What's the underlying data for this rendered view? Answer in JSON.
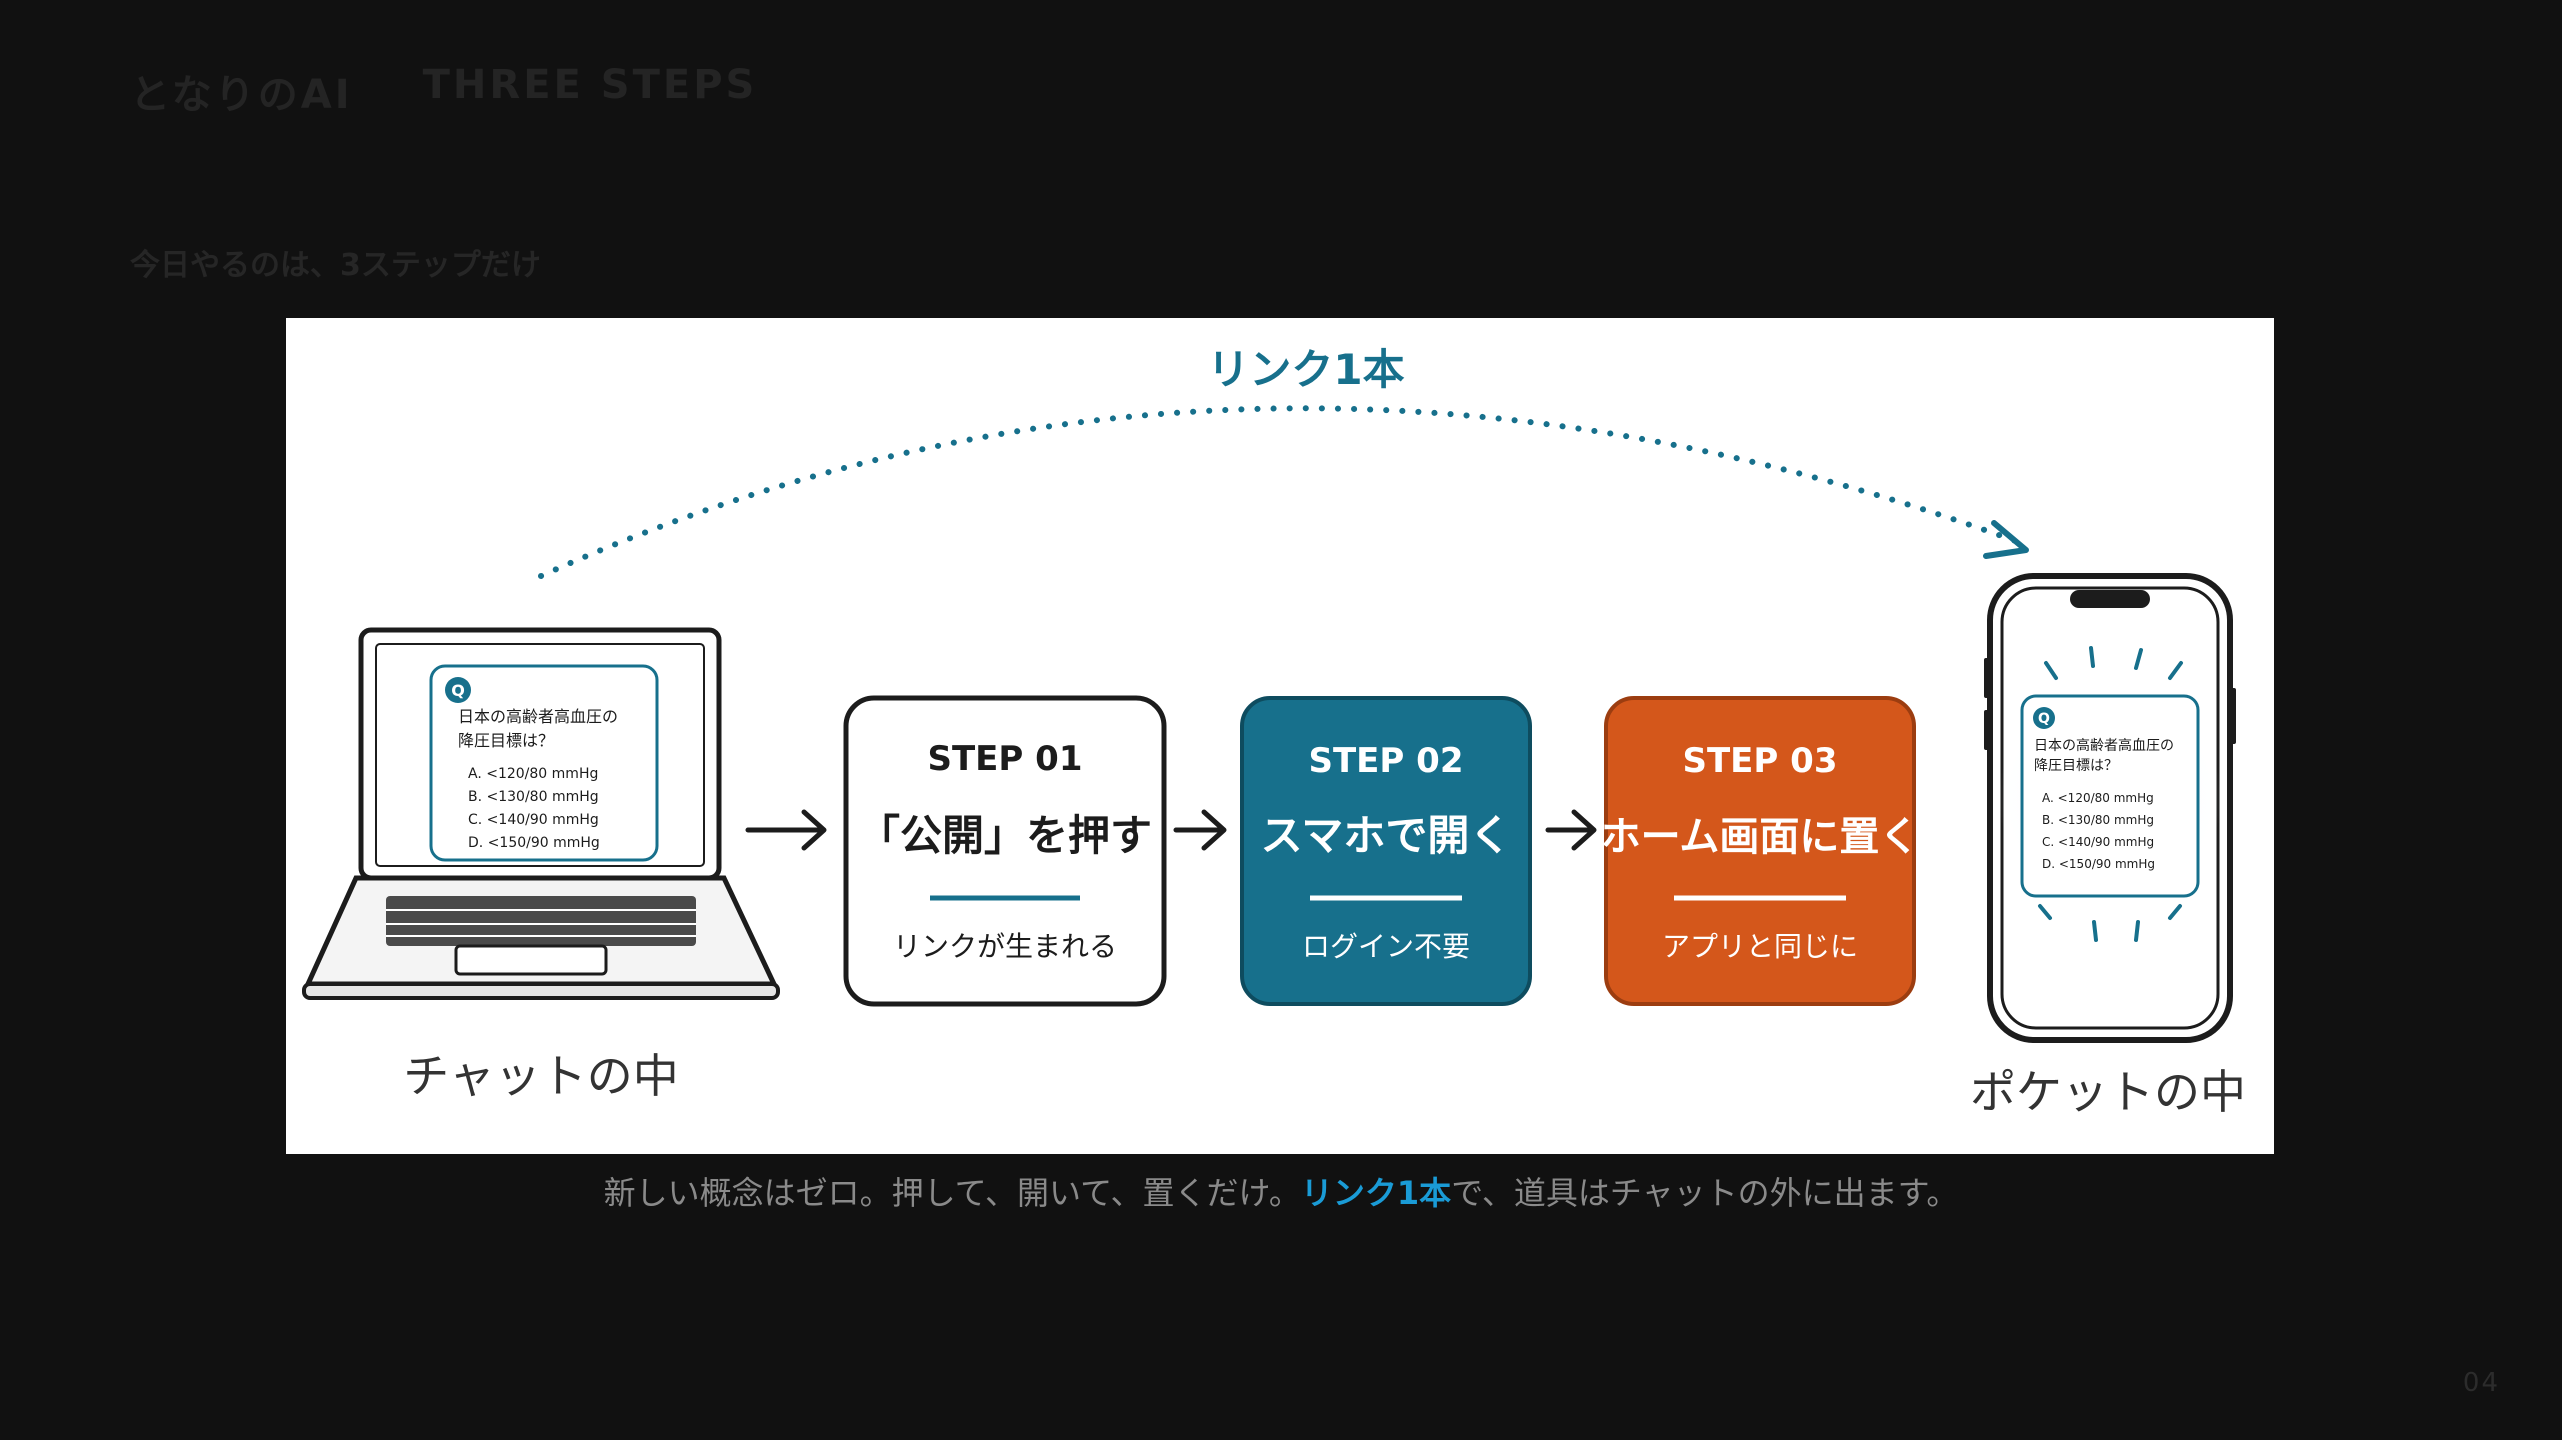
{
  "header": {
    "brand": "となりのAI",
    "section": "THREE STEPS"
  },
  "subtitle": "今日やるのは、3ステップだけ",
  "figure": {
    "arc_label": "リンク1本",
    "laptop_label": "チャットの中",
    "phone_label": "ポケットの中",
    "quiz": {
      "badge": "Q",
      "question_line1": "日本の高齢者高血圧の",
      "question_line2": "降圧目標は？",
      "options": [
        "A. <120/80 mmHg",
        "B. <130/80 mmHg",
        "C. <140/90 mmHg",
        "D. <150/90 mmHg"
      ]
    },
    "steps": [
      {
        "step": "STEP 01",
        "title": "「公開」を押す",
        "note": "リンクが生まれる"
      },
      {
        "step": "STEP 02",
        "title": "スマホで開く",
        "note": "ログイン不要"
      },
      {
        "step": "STEP 03",
        "title": "ホーム画面に置く",
        "note": "アプリと同じに"
      }
    ],
    "colors": {
      "teal": "#17708c",
      "orange": "#d4571b",
      "ink": "#1c1c1c"
    }
  },
  "caption": {
    "before": "新しい概念はゼロ。押して、開いて、置くだけ。",
    "accent": "リンク1本",
    "after": "で、道具はチャットの外に出ます。"
  },
  "page_number": "04"
}
